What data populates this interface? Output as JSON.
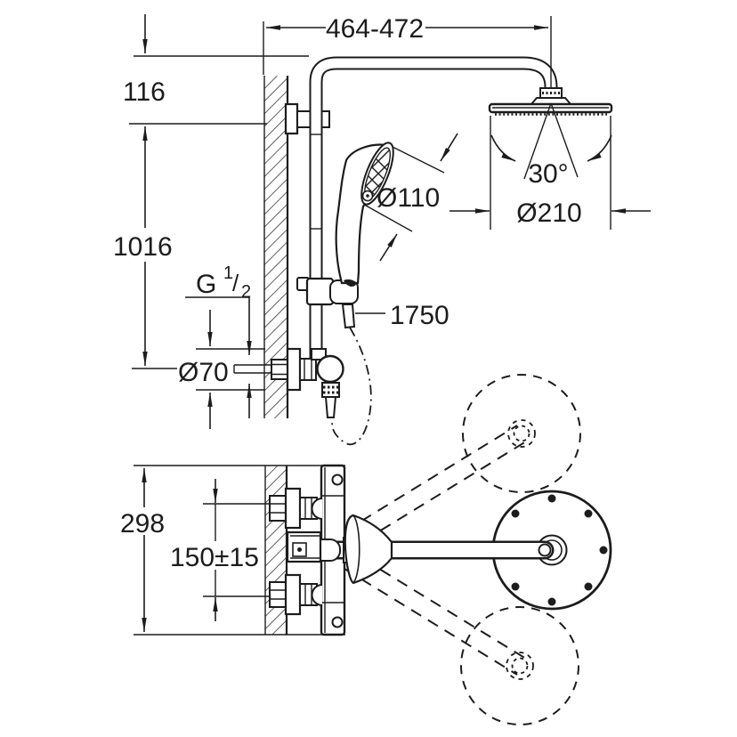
{
  "drawing": {
    "title": "shower-system-installation-dimension-drawing",
    "views": {
      "front_view": "wall-mounted shower system side elevation",
      "top_view": "thermostat and head shower plan view with swivel positions"
    }
  },
  "dimensions": {
    "width_range": "464-472",
    "top_offset": "116",
    "riser_height": "1016",
    "thread": {
      "prefix": "G",
      "numerator": "1",
      "slash": "/",
      "denominator": "2"
    },
    "escutcheon_diameter": "Ø70",
    "hand_shower_diameter": "Ø110",
    "head_shower_diameter": "Ø210",
    "head_tilt_angle": "30°",
    "hose_length": "1750",
    "body_height": "298",
    "connection_spacing": "150±15"
  },
  "colors": {
    "line": "#1c1c1c",
    "background": "#ffffff"
  }
}
